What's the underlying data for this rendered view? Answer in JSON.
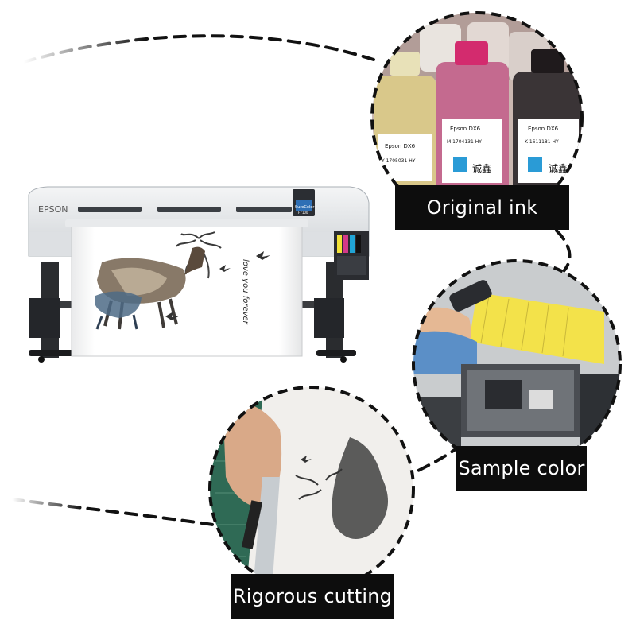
{
  "printer": {
    "brand": "EPSON",
    "model_badge": "SureColor",
    "model_number": "F7100",
    "print_text": "love you forever"
  },
  "ink_bottles": {
    "label_left": "Epson DX6",
    "code_left": "Y 1705031 HY",
    "label_mid": "Epson DX6",
    "code_mid": "M 1704131 HY",
    "label_right": "Epson DX6",
    "code_right": "K 1611181 HY",
    "brand_mark": "诚鑫"
  },
  "callouts": {
    "original_ink": "Original ink",
    "sample_color": "Sample color",
    "rigorous_cutting": "Rigorous cutting"
  },
  "colors": {
    "label_bg": "#0d0d0d",
    "label_text": "#ffffff",
    "dash": "#111111"
  }
}
